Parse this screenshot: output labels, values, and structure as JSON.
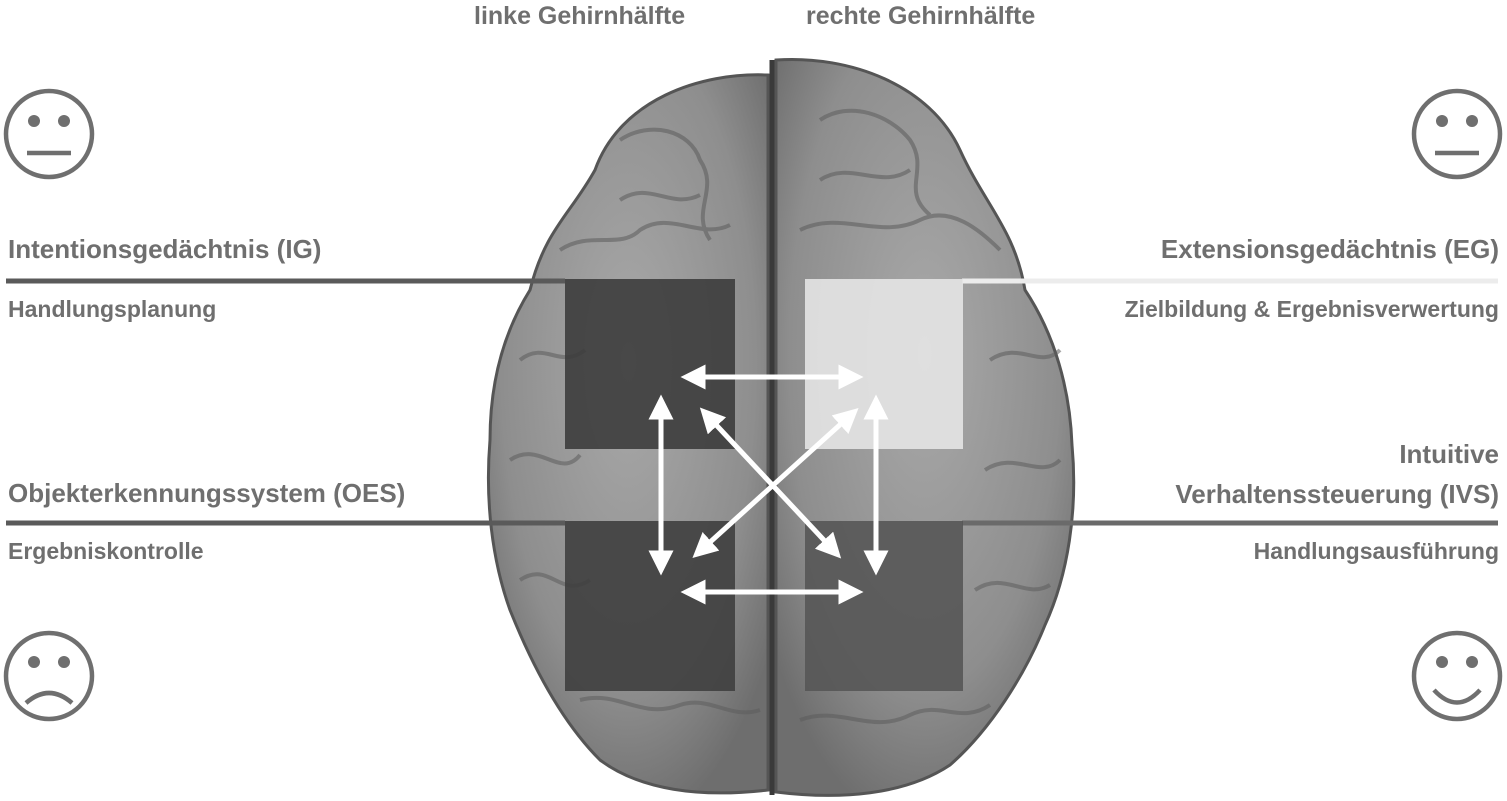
{
  "hemispheres": {
    "left": "linke Gehirnhälfte",
    "right": "rechte Gehirnhälfte"
  },
  "systems": {
    "ig": {
      "title": "Intentionsgedächtnis (IG)",
      "subtitle": "Handlungsplanung"
    },
    "eg": {
      "title": "Extensionsgedächtnis (EG)",
      "subtitle": "Zielbildung & Ergebnisverwertung"
    },
    "oes": {
      "title": "Objekterkennungssystem (OES)",
      "subtitle": "Ergebniskontrolle"
    },
    "ivs": {
      "title_line1": "Intuitive",
      "title_line2": "Verhaltenssteuerung (IVS)",
      "subtitle": "Handlungsausführung"
    }
  },
  "icons": {
    "top_left": "neutral-face-icon",
    "top_right": "neutral-face-icon",
    "bottom_left": "sad-face-icon",
    "bottom_right": "happy-face-icon"
  },
  "colors": {
    "text": "#6f6f6f",
    "ig_box": "#3a3a3a",
    "eg_box": "#e4e4e4",
    "oes_box": "#3f3f3f",
    "ivs_box": "#565656",
    "arrow": "#ffffff"
  }
}
